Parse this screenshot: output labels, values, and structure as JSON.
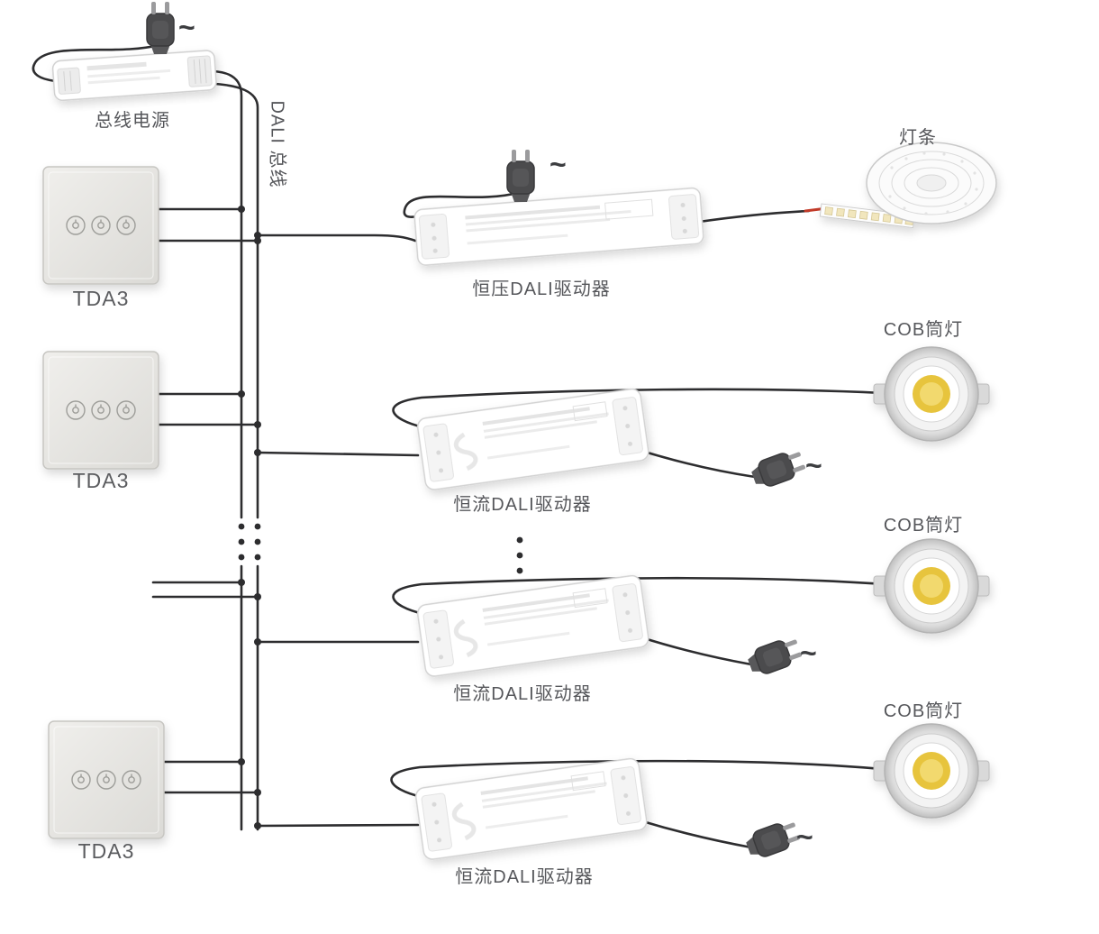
{
  "colors": {
    "wire": "#2d2d2f",
    "text": "#56575b",
    "cob_yellow": "#e7c43c",
    "cob_yellow_inner": "#f2d96e",
    "red_wire": "#c23a28"
  },
  "power": {
    "label": "总线电源",
    "ac": "~"
  },
  "bus": {
    "label": "DALI 总线"
  },
  "panels": [
    {
      "label": "TDA3"
    },
    {
      "label": "TDA3"
    },
    {
      "label": "TDA3"
    }
  ],
  "cv_driver": {
    "label": "恒压DALI驱动器",
    "ac": "~",
    "load": {
      "label": "灯条"
    }
  },
  "cc_drivers": [
    {
      "label": "恒流DALI驱动器",
      "ac": "~",
      "load": {
        "label": "COB筒灯"
      }
    },
    {
      "label": "恒流DALI驱动器",
      "ac": "~",
      "load": {
        "label": "COB筒灯"
      }
    },
    {
      "label": "恒流DALI驱动器",
      "ac": "~",
      "load": {
        "label": "COB筒灯"
      }
    }
  ]
}
